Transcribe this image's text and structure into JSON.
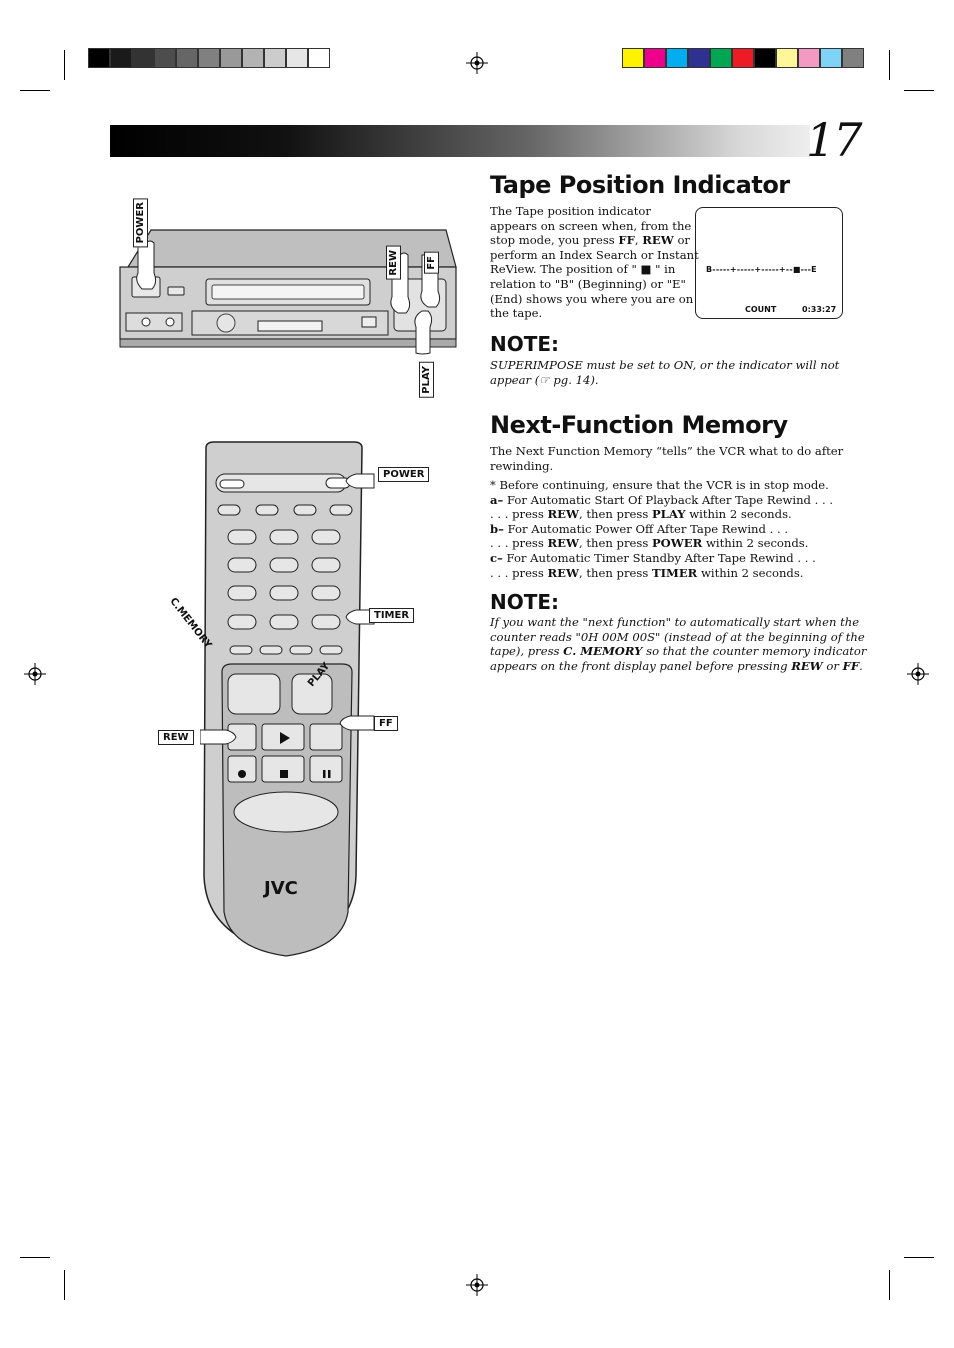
{
  "page_number": "17",
  "calibration": {
    "gray_swatches": [
      "#000000",
      "#1a1a1a",
      "#333333",
      "#4d4d4d",
      "#666666",
      "#808080",
      "#999999",
      "#b3b3b3",
      "#cccccc",
      "#e6e6e6",
      "#ffffff"
    ],
    "color_swatches": [
      "#fff200",
      "#ec008c",
      "#00aeef",
      "#2e3192",
      "#00a651",
      "#ed1c24",
      "#000000",
      "#fff799",
      "#f49ac2",
      "#7fd3f7",
      "#808080"
    ]
  },
  "tape_position": {
    "title": "Tape Position Indicator",
    "body_lines": [
      "The Tape position indicator",
      "appears on screen when, from the",
      "stop mode, you press FF, REW or",
      "perform an Index Search or Instant",
      "ReView. The position of \" ■ \" in",
      "relation to \"B\" (Beginning) or \"E\"",
      "(End) shows you where you are on",
      "the tape."
    ],
    "screen": {
      "indicator": "B-----+-----+-----+--■---E",
      "count_label": "COUNT",
      "count_value": "0:33:27"
    },
    "note_title": "NOTE:",
    "note_lines": [
      "SUPERIMPOSE must be set to ON, or the indicator will not",
      "appear (☞ pg. 14)."
    ]
  },
  "next_function": {
    "title": "Next-Function Memory",
    "intro_lines": [
      "The Next Function Memory “tells” the VCR what to do after",
      "rewinding."
    ],
    "steps": [
      "*  Before continuing, ensure that the VCR is in stop mode.",
      "a– For Automatic Start Of Playback After Tape Rewind . . .",
      ". . . press REW, then press PLAY within 2 seconds.",
      "b– For Automatic Power Off After Tape Rewind . . .",
      ". . . press REW, then press POWER within 2 seconds.",
      "c– For Automatic Timer Standby After Tape Rewind . . .",
      ". . . press REW, then press TIMER within 2 seconds."
    ],
    "note_title": "NOTE:",
    "note_lines": [
      "If you want the \"next function\" to automatically start when the",
      "counter reads \"0H 00M 00S\" (instead of at the beginning of the",
      "tape), press C. MEMORY so that the counter memory indicator",
      "appears on the front display panel before pressing REW or FF."
    ]
  },
  "vcr_labels": {
    "power": "POWER",
    "rew": "REW",
    "ff": "FF",
    "play": "PLAY"
  },
  "remote_labels": {
    "power": "POWER",
    "timer": "TIMER",
    "c_memory": "C.MEMORY",
    "play": "PLAY",
    "rew": "REW",
    "ff": "FF",
    "brand": "JVC"
  }
}
